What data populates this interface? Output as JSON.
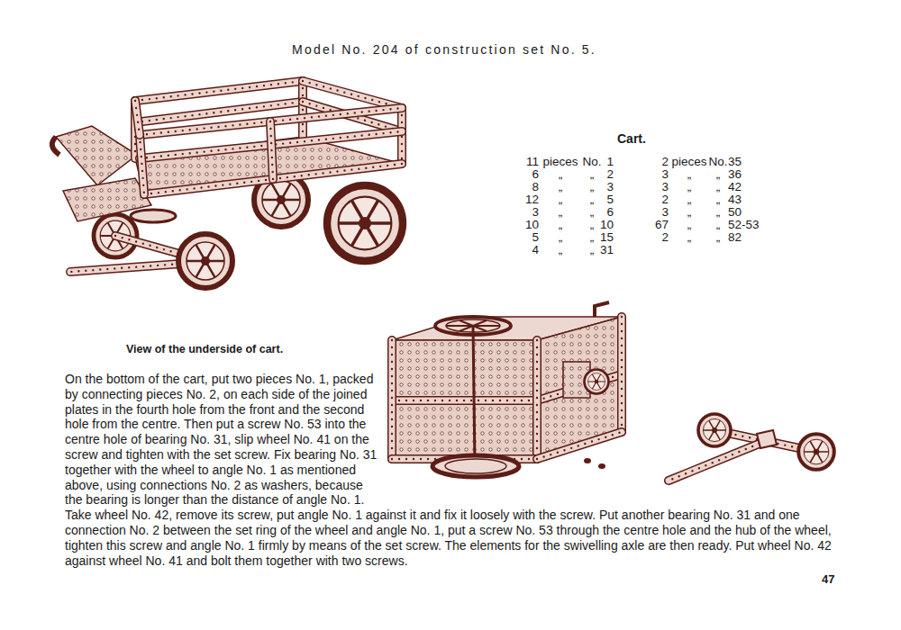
{
  "diagram": {
    "title": "Model No. 204 of construction set No. 5.",
    "labels": [
      "Cart.",
      "11",
      "pieces",
      "No.",
      "1",
      "6",
      "„",
      "„",
      "2",
      "8",
      "„",
      "„",
      "3",
      "12",
      "„",
      "„",
      "5",
      "3",
      "„",
      "„",
      "6",
      "10",
      "„",
      "„",
      "10",
      "5",
      "„",
      "„",
      "15",
      "4",
      "„",
      "„",
      "31",
      "2",
      "pieces",
      "No.",
      "35",
      "3",
      "„",
      "„",
      "36",
      "3",
      "„",
      "„",
      "42",
      "2",
      "„",
      "„",
      "43",
      "3",
      "„",
      "„",
      "50",
      "67",
      "„",
      "„",
      "52-53",
      "2",
      "„",
      "„",
      "82",
      "View of the underside of cart.",
      "On the bottom of the cart, put two pieces No. 1, packed by connecting pieces No. 2, on each side of the joined plates in the fourth hole from the front and the second hole from the centre. Then put a screw No. 53 into the centre hole of bearing No. 31, slip wheel No. 41 on the screw and tighten with the set screw. Fix bearing No. 31 together with the wheel to angle No. 1 as mentioned above, using connections No. 2 as washers, because the bearing is longer than the distance of angle No. 1. Take wheel No. 42, remove its screw, put angle No. 1 against it and fix it loosely with the screw. Put another bearing No. 31 and one connection No. 2 between the set ring of the wheel and angle No. 1, put a screw No. 53 through the centre hole and the hub of the wheel, tighten this screw and angle No. 1 firmly by means of the set screw. The elements for the swivelling axle are then ready. Put wheel No. 42 against wheel No. 41 and bolt them together with two screws.",
      "47"
    ]
  }
}
